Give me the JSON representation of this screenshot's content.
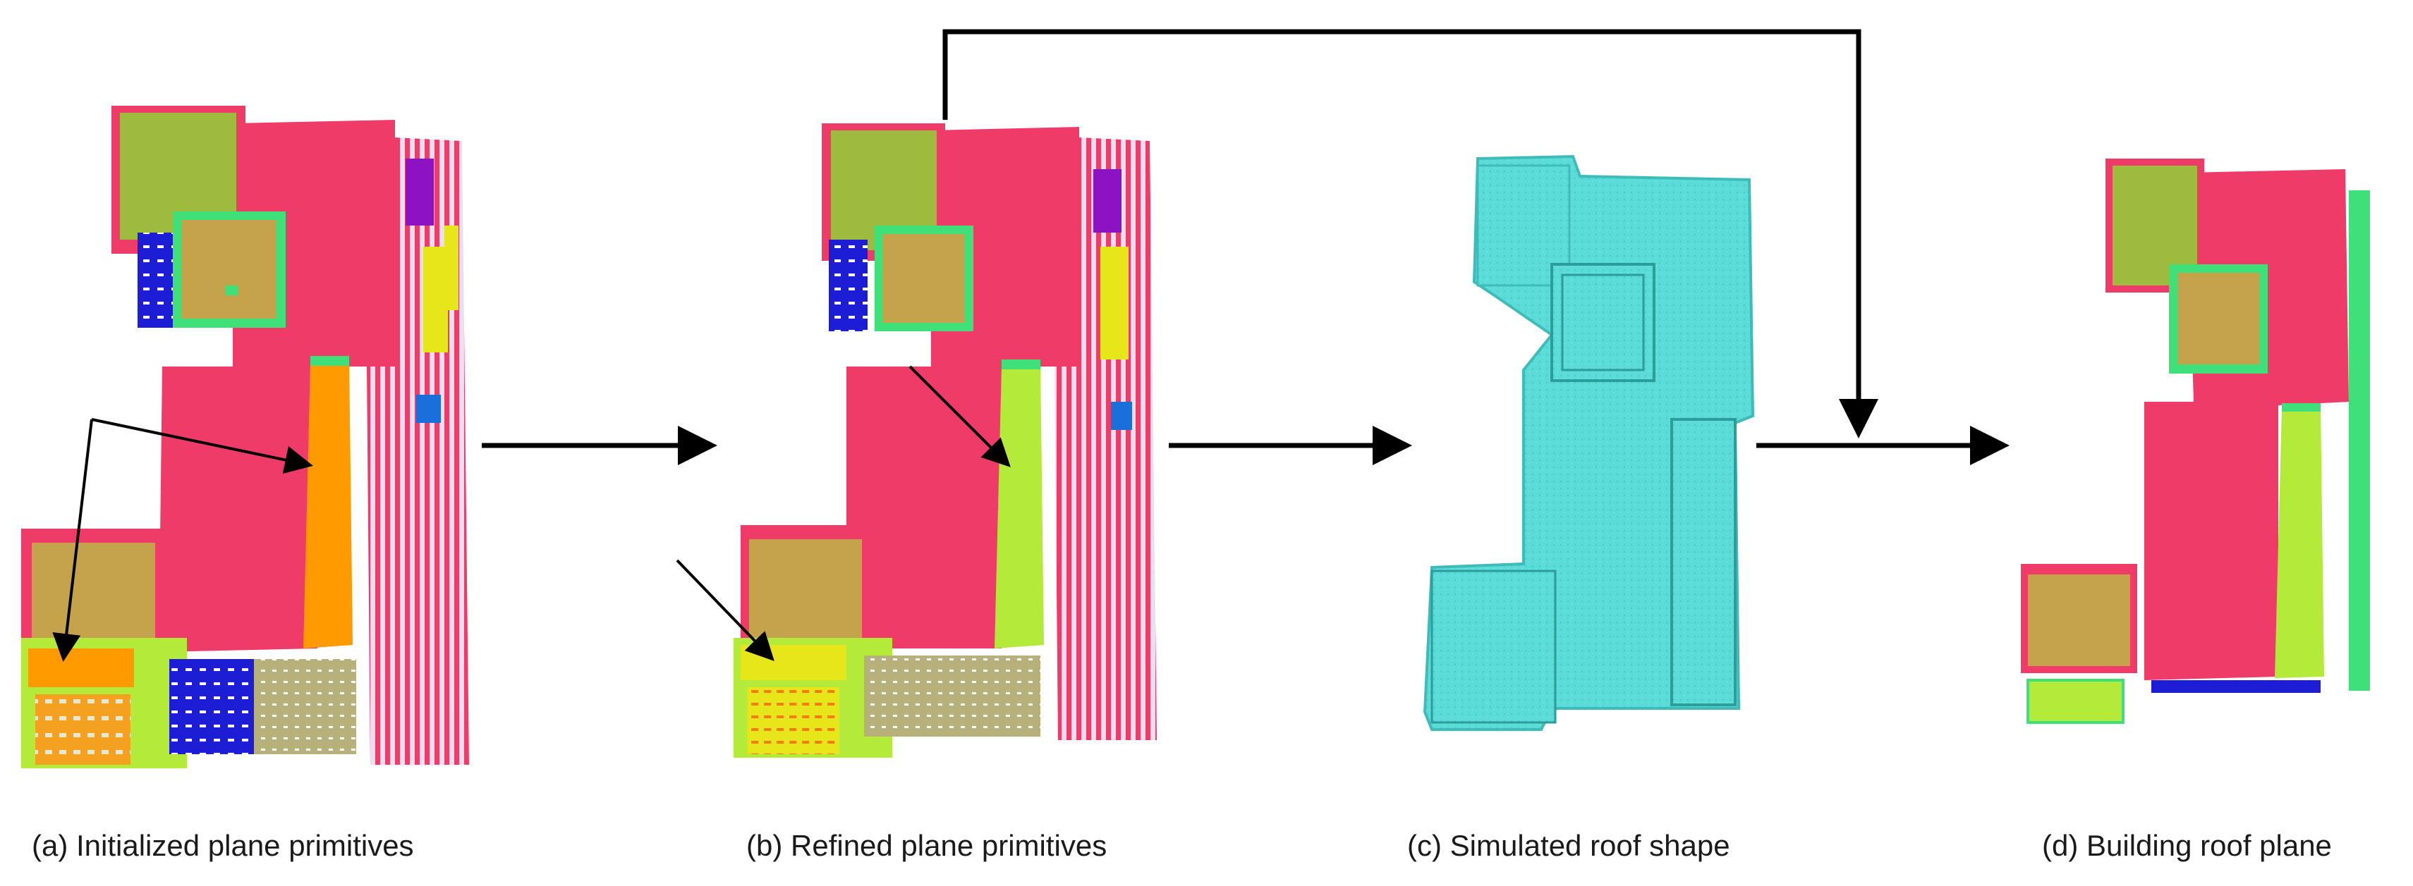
{
  "captions": {
    "a": "(a) Initialized plane primitives",
    "b": "(b) Refined plane primitives",
    "c": "(c)  Simulated roof shape",
    "d": "(d) Building roof plane"
  },
  "colors": {
    "roof_pink": "#ef3b68",
    "olive_green": "#9dbc3f",
    "tan": "#c4a34a",
    "orange": "#ff9a00",
    "lime": "#b4ea3a",
    "bright_green": "#3fe07a",
    "blue": "#1d1dd6",
    "purple": "#8d12c2",
    "yellow": "#e6e61a",
    "khaki": "#b7b07a",
    "simulated_cyan": "#59dcd8",
    "arrow_black": "#000000"
  }
}
